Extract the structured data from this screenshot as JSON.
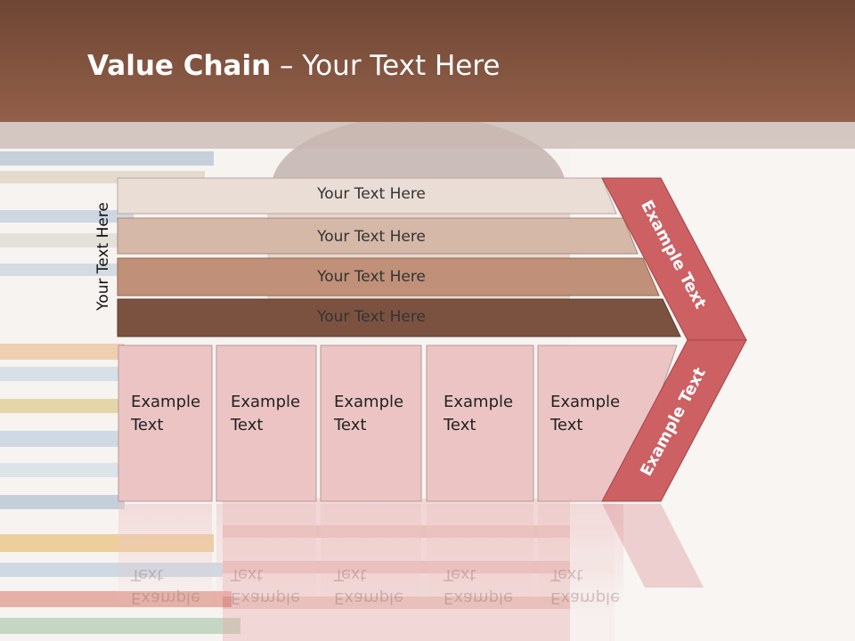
{
  "slide": {
    "title_bold": "Value Chain",
    "title_rest": " – Your Text Here",
    "side_label": "Your Text Here",
    "rows": [
      {
        "label": "Your Text Here",
        "color": "#eaddd6"
      },
      {
        "label": "Your Text Here",
        "color": "#d5b8a8"
      },
      {
        "label": "Your Text Here",
        "color": "#c09078"
      },
      {
        "label": "Your Text Here",
        "color": "#7b5240"
      }
    ],
    "boxes": [
      {
        "line1": "Example",
        "line2": "Text"
      },
      {
        "line1": "Example",
        "line2": "Text"
      },
      {
        "line1": "Example",
        "line2": "Text"
      },
      {
        "line1": "Example",
        "line2": "Text"
      },
      {
        "line1": "Example",
        "line2": "Text"
      }
    ],
    "chevron_top": "Example Text",
    "chevron_bottom": "Example Text",
    "colors": {
      "header": "#7b4e3b",
      "box_fill": "#ecc4c4",
      "chevron": "#cd6063"
    }
  }
}
